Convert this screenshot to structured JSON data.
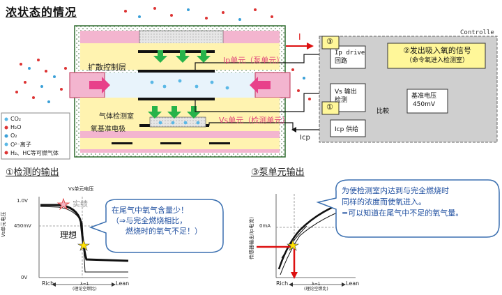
{
  "title": "浓状态的情况",
  "sensor": {
    "diffusion_layer": "扩散控制层",
    "ip_cell": "Ip单元（泵单元）",
    "vs_cell": "Vs单元（检测单元）",
    "detection_chamber": "气体检测室",
    "reference_electrode": "氧基准电极",
    "i_label": "I",
    "icp_label": "Icp"
  },
  "legend": {
    "items": [
      "CO₂",
      "H₂O",
      "O₂",
      "O²⁻离子",
      "H₂、HC等可燃气体"
    ]
  },
  "controller": {
    "title": "Controlle",
    "ip_drive": [
      "Ip drive",
      "回路"
    ],
    "vs_detect": [
      "Vs 输出",
      "检测"
    ],
    "icp_supply": "Icp 供给",
    "compare": "比較",
    "ref_voltage": [
      "基准电压",
      "450mV"
    ],
    "badge_pump": "③",
    "badge_detect": "①",
    "callout": [
      "②发出吸入氧的信号",
      "（命令氧进入检测室）"
    ]
  },
  "section1": {
    "heading": "①检测的输出",
    "chart_title": "Vs单元电压",
    "y_ticks": [
      "1.0V",
      "450mV",
      "0V"
    ],
    "y_label": "Vs单元电压",
    "x_left": "Rich",
    "x_right": "Lean",
    "x_mid": [
      "λ=1",
      "(理论空燃比)"
    ],
    "actual": "实绩",
    "ideal": "理想",
    "callout": [
      "在尾气中氧气含量少！",
      "（⇒与完全燃烧相比，",
      "燃烧时的氧气不足！）"
    ]
  },
  "section3": {
    "heading": "③泵单元输出",
    "y_tick": "0mA",
    "y_label": "传感器输出(Ip电流)",
    "x_left": "Rich",
    "x_right": "Lean",
    "x_mid": [
      "λ=1",
      "(理论空燃比)"
    ],
    "callout": [
      "为使检测室内达到与完全燃烧时",
      "同样的浓度而使氧进入。",
      "=可以知道在尾气中不足的氧气量。"
    ]
  }
}
